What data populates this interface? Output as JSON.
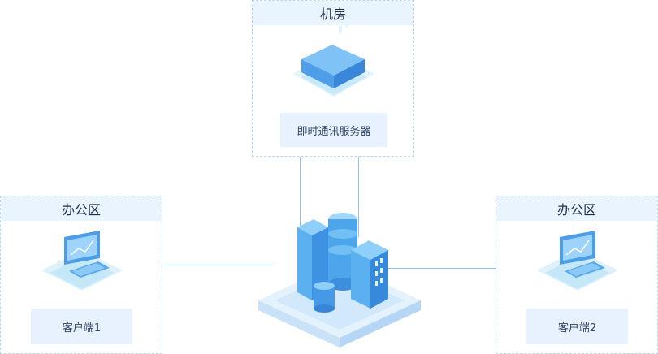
{
  "machine_room": {
    "title": "机房",
    "server_label": "即时通讯服务器",
    "icon": "server-icon"
  },
  "office_left": {
    "title": "办公区",
    "client_label": "客户端1",
    "icon": "computer-icon"
  },
  "office_right": {
    "title": "办公区",
    "client_label": "客户端2",
    "icon": "computer-icon"
  },
  "center": {
    "icon": "data-center-icon"
  },
  "colors": {
    "accent": "#2f86e6",
    "line": "#8fc3f3",
    "header_bg": "#eaf4ff",
    "panel_bg": "#e8f2ff"
  }
}
